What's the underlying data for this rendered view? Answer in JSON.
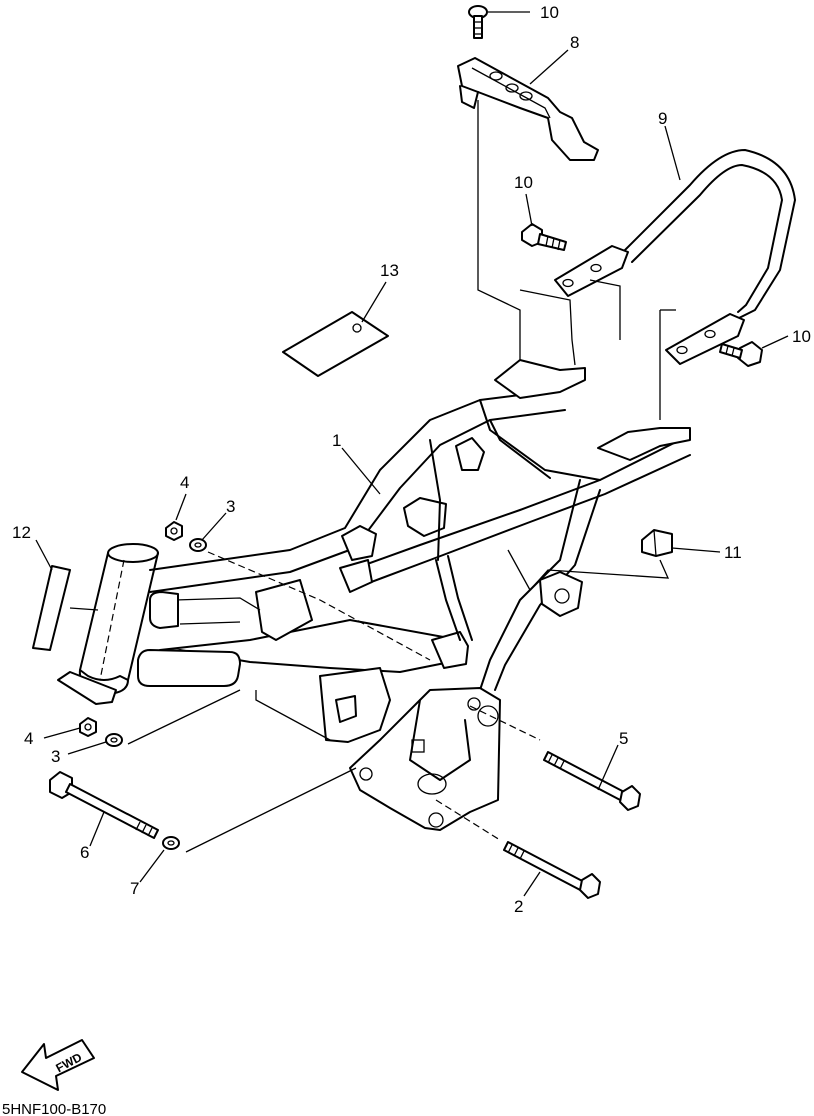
{
  "callouts": [
    {
      "id": "c10a",
      "label": "10"
    },
    {
      "id": "c8",
      "label": "8"
    },
    {
      "id": "c9",
      "label": "9"
    },
    {
      "id": "c10b",
      "label": "10"
    },
    {
      "id": "c13",
      "label": "13"
    },
    {
      "id": "c10c",
      "label": "10"
    },
    {
      "id": "c1",
      "label": "1"
    },
    {
      "id": "c4a",
      "label": "4"
    },
    {
      "id": "c3a",
      "label": "3"
    },
    {
      "id": "c12",
      "label": "12"
    },
    {
      "id": "c11",
      "label": "11"
    },
    {
      "id": "c5",
      "label": "5"
    },
    {
      "id": "c4b",
      "label": "4"
    },
    {
      "id": "c3b",
      "label": "3"
    },
    {
      "id": "c6",
      "label": "6"
    },
    {
      "id": "c7",
      "label": "7"
    },
    {
      "id": "c2",
      "label": "2"
    }
  ],
  "fwd_label": "FWD",
  "diagram_code": "5HNF100-B170"
}
